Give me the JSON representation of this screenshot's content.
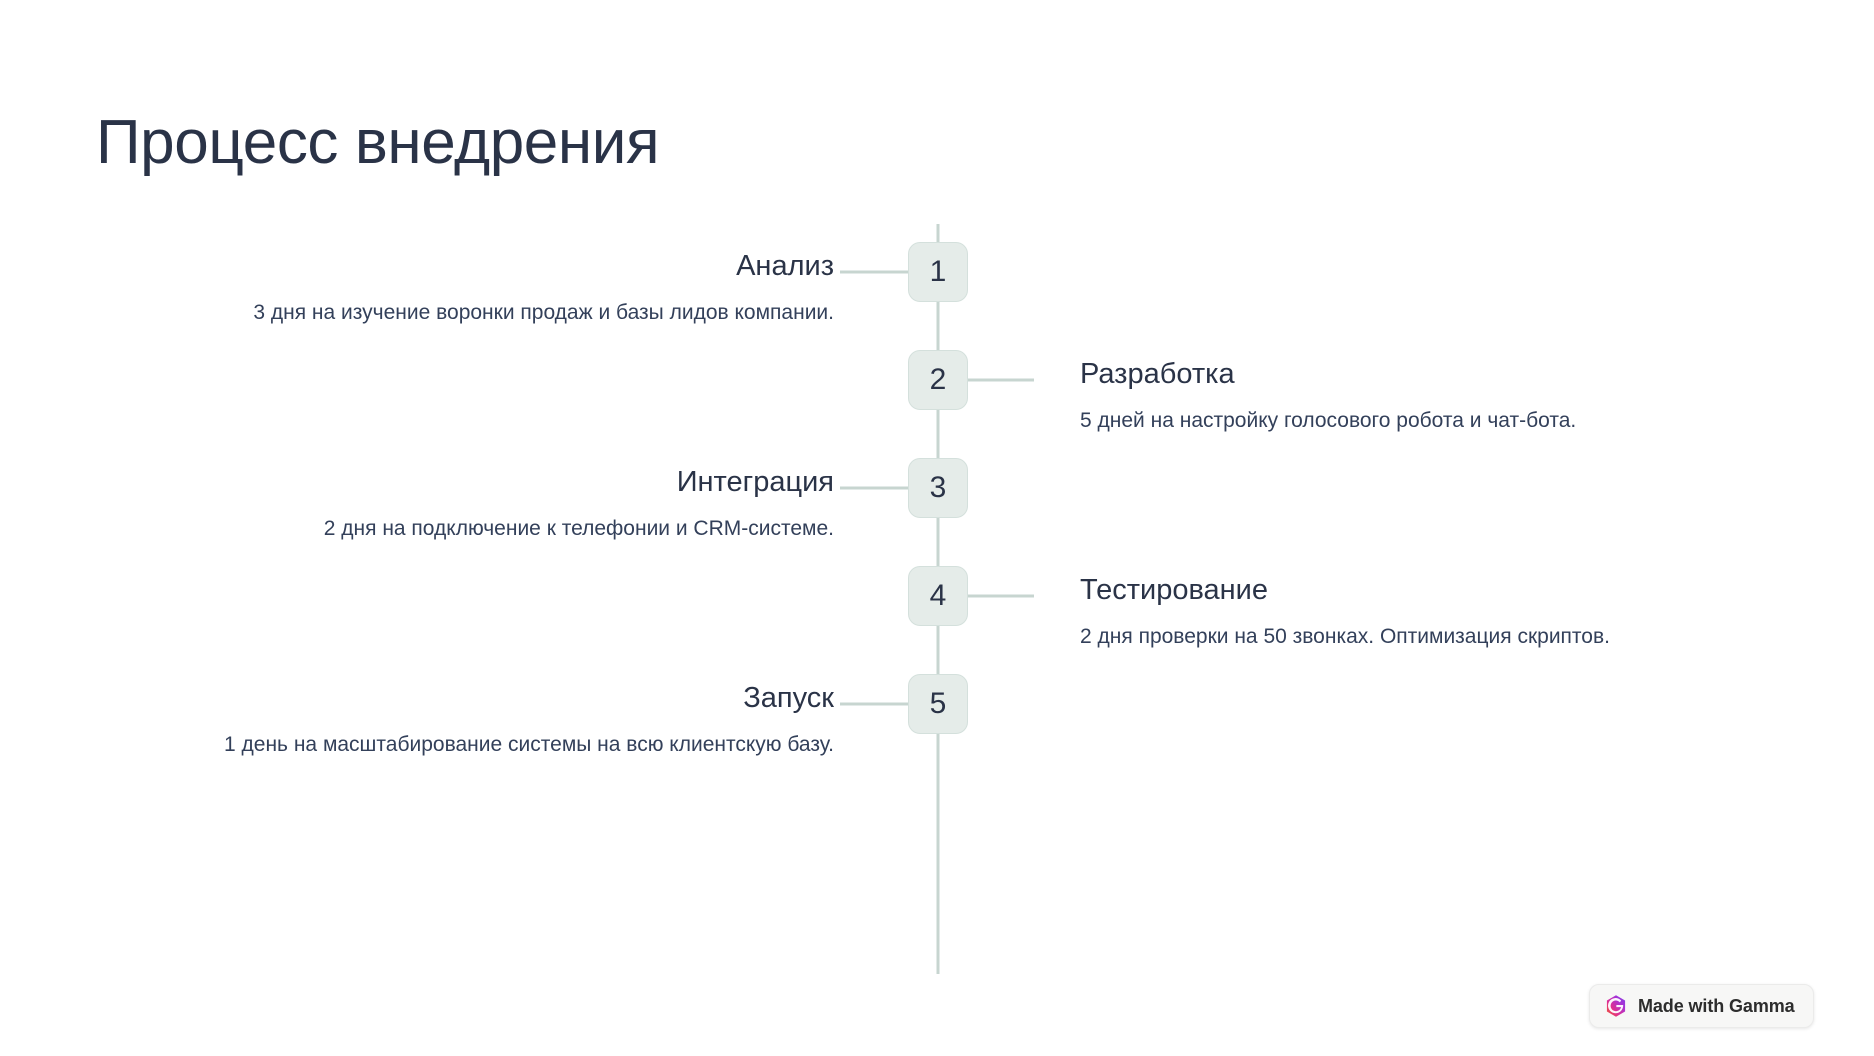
{
  "page": {
    "title": "Процесс внедрения",
    "background_color": "#ffffff"
  },
  "theme": {
    "title_color": "#2a3347",
    "text_color": "#33405a",
    "badge_fill": "#e5ece9",
    "badge_border": "#d4e0dc",
    "rail_color": "#c7d5d0",
    "connector_color": "#c7d5d0"
  },
  "timeline": {
    "orientation": "vertical",
    "steps": [
      {
        "number": "1",
        "title": "Анализ",
        "description": "3 дня на изучение воронки продаж и базы лидов компании.",
        "side": "left"
      },
      {
        "number": "2",
        "title": "Разработка",
        "description": "5 дней на настройку голосового робота и чат-бота.",
        "side": "right"
      },
      {
        "number": "3",
        "title": "Интеграция",
        "description": "2 дня на подключение к телефонии и CRM-системе.",
        "side": "left"
      },
      {
        "number": "4",
        "title": "Тестирование",
        "description": "2 дня проверки на 50 звонках. Оптимизация скриптов.",
        "side": "right"
      },
      {
        "number": "5",
        "title": "Запуск",
        "description": "1 день на масштабирование системы на всю клиентскую базу.",
        "side": "left"
      }
    ]
  },
  "footer": {
    "gamma_badge": {
      "label": "Made with Gamma",
      "icon": "gamma-hexagon-logo-icon"
    }
  }
}
